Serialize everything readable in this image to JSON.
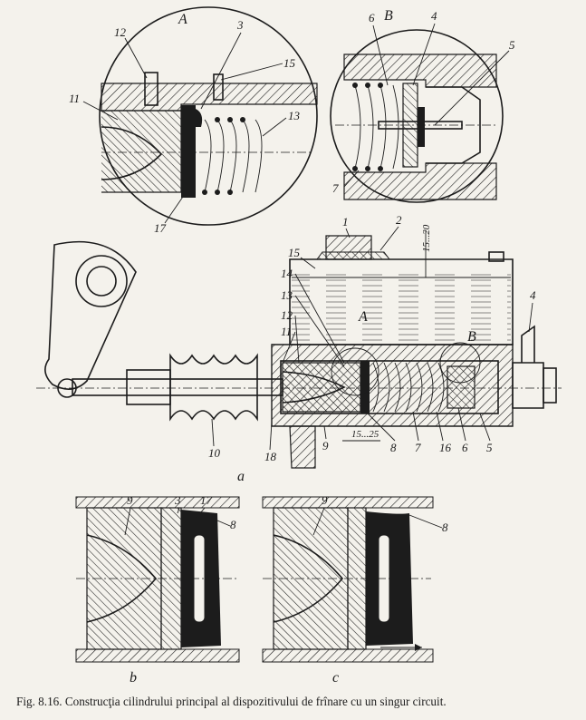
{
  "caption": "Fig. 8.16. Construcţia cilindrului principal al dispozitivului de frînare cu un singur circuit.",
  "views": {
    "a": "a",
    "b": "b",
    "c": "c",
    "A": "A",
    "B": "B"
  },
  "detail_A_labels": {
    "l12": "12",
    "l3": "3",
    "l15": "15",
    "l11": "11",
    "l13": "13",
    "l17": "17"
  },
  "detail_B_labels": {
    "l6": "6",
    "l4": "4",
    "l5": "5",
    "l7": "7"
  },
  "main_labels": {
    "l1": "1",
    "l2": "2",
    "l15": "15",
    "l14": "14",
    "l13": "13",
    "l12": "12",
    "l11": "11",
    "l4": "4",
    "l10": "10",
    "l18": "18",
    "l9": "9",
    "l8": "8",
    "l7": "7",
    "l16": "16",
    "l6": "6",
    "l5": "5",
    "zoneA": "A",
    "zoneB": "B"
  },
  "dimensions": {
    "level_gap": "15...20",
    "piston_gap": "15...25"
  },
  "view_b_labels": {
    "l9": "9",
    "l3": "3",
    "l17": "17",
    "l8": "8"
  },
  "view_c_labels": {
    "l9": "9",
    "l8": "8"
  }
}
